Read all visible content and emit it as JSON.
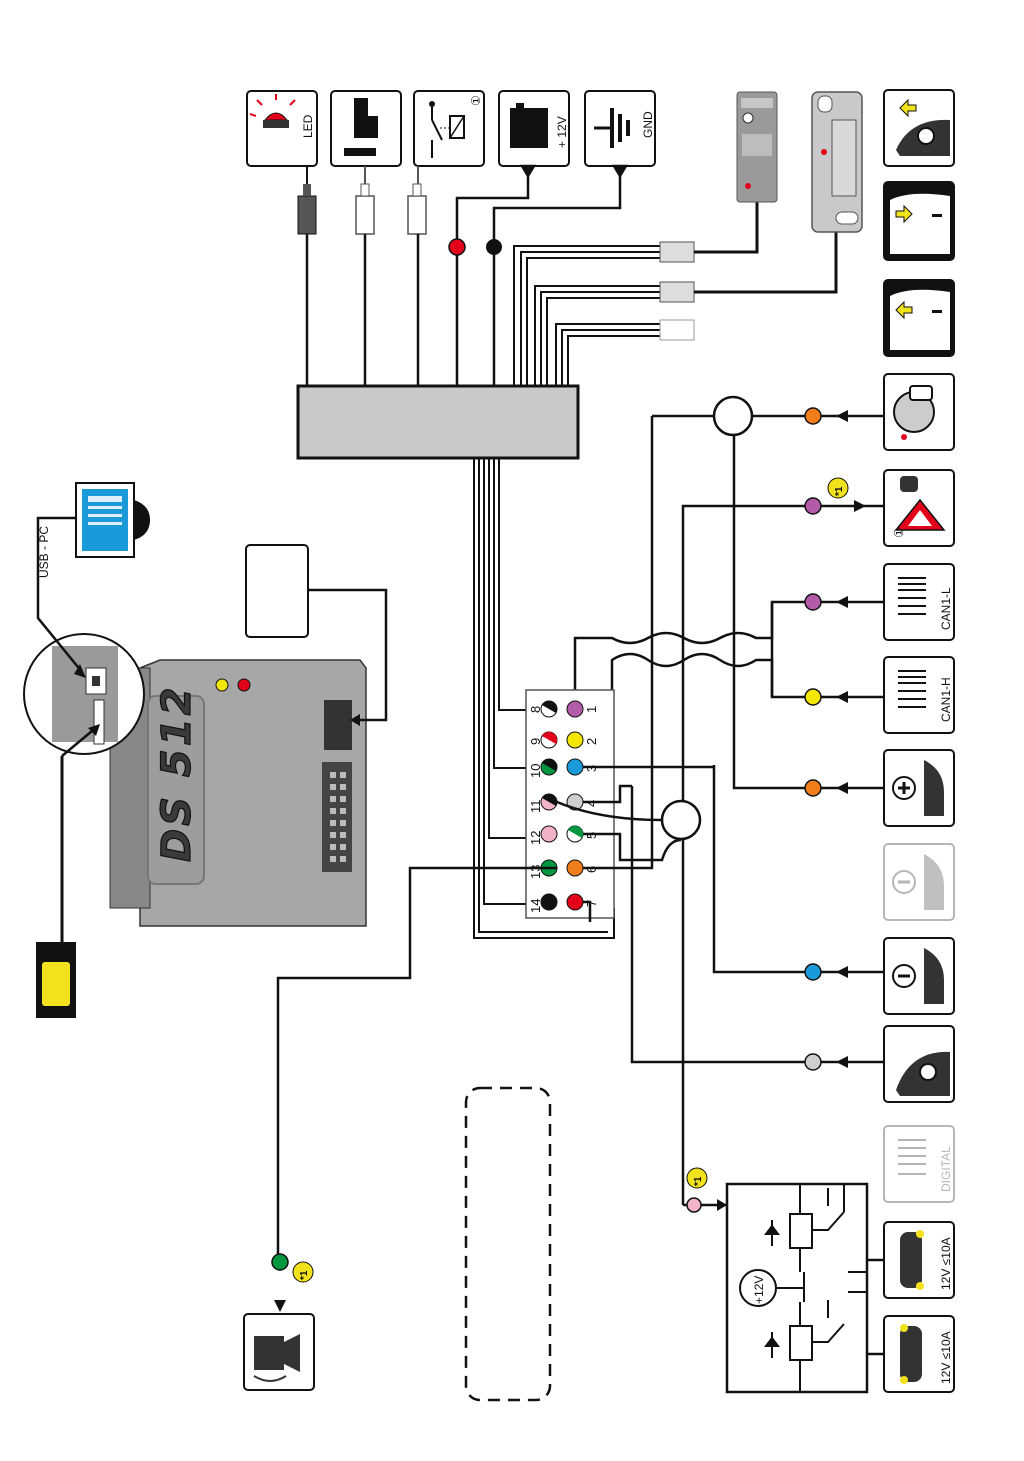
{
  "labels": {
    "led": "LED",
    "plus12v": "+ 12V",
    "gnd": "GND",
    "usb_pc": "USB - PC",
    "model": "DS 512",
    "can_l": "CAN1-L",
    "can_h": "CAN1-H",
    "digital": "DIGITAL",
    "load_1": "12V  ≤10A",
    "load_2": "12V  ≤10A",
    "relay_supply": "+12V",
    "note_mark": "*1",
    "relay_icon_mark": "①",
    "hazard_icon_mark": "①"
  },
  "connector_pins": {
    "p1": "1",
    "p2": "2",
    "p3": "3",
    "p4": "4",
    "p5": "5",
    "p6": "6",
    "p7": "7",
    "p8": "8",
    "p9": "9",
    "p10": "10",
    "p11": "11",
    "p12": "12",
    "p13": "13",
    "p14": "14"
  },
  "colors": {
    "violet": "#b35aa8",
    "yellow": "#f3e600",
    "blue": "#1a9ad9",
    "grey": "#cfcfcf",
    "orange": "#f07d1a",
    "red": "#e3001b",
    "black": "#111111",
    "pink": "#f2b3c9",
    "green": "#00963f",
    "gps_fill": "#dcdcdc",
    "box_fill": "#c9c9c9",
    "device_fill": "#a7a7a7",
    "sim_yellow": "#f2e21b"
  }
}
